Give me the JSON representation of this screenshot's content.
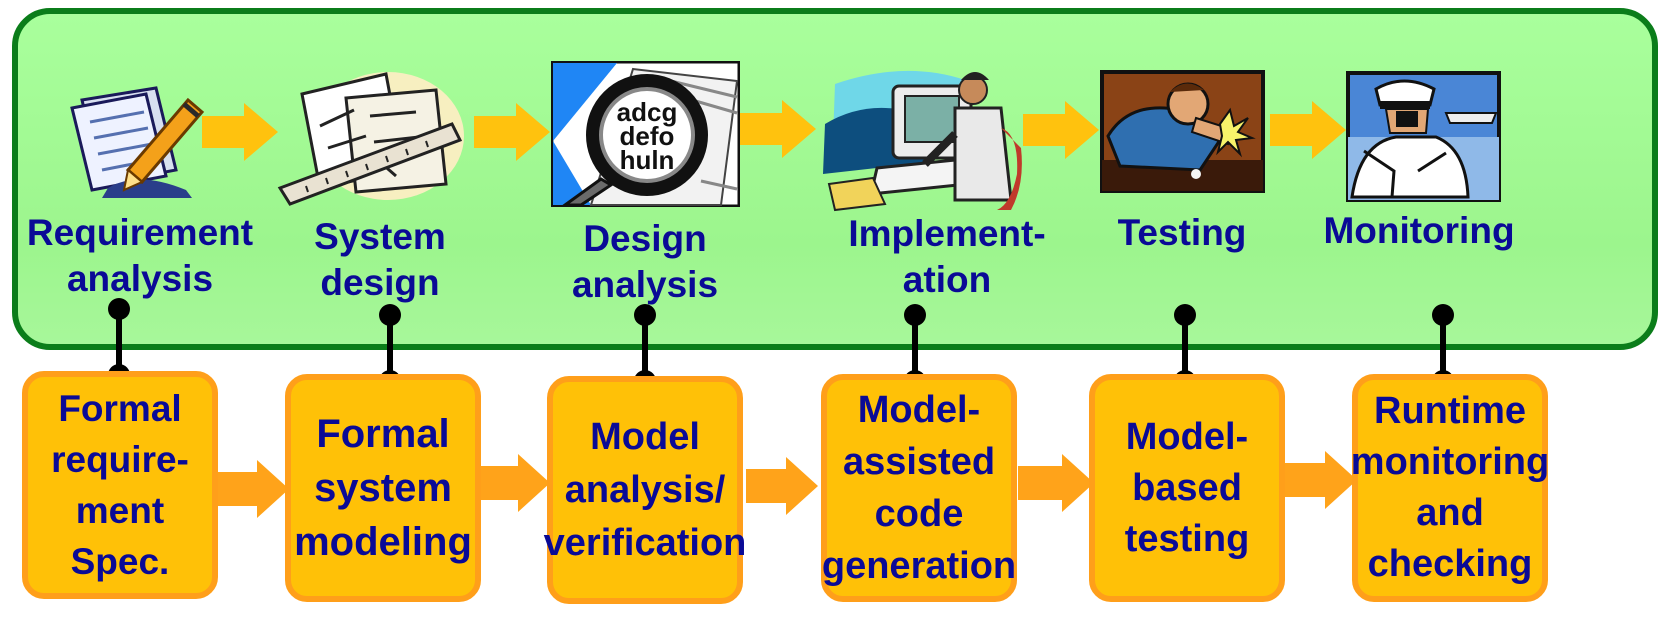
{
  "phases": [
    {
      "label": "Requirement\nanalysis",
      "icon": "writing-pen-icon"
    },
    {
      "label": "System\ndesign",
      "icon": "blueprint-ruler-icon"
    },
    {
      "label": "Design\nanalysis",
      "icon": "magnifier-text-icon"
    },
    {
      "label": "Implement-\nation",
      "icon": "programmer-computer-icon"
    },
    {
      "label": "Testing",
      "icon": "repair-tester-icon"
    },
    {
      "label": "Monitoring",
      "icon": "captain-binoculars-icon"
    }
  ],
  "steps": [
    {
      "label": "Formal\nrequire-\nment\nSpec."
    },
    {
      "label": "Formal\nsystem\nmodeling"
    },
    {
      "label": "Model\nanalysis/\nverification"
    },
    {
      "label": "Model-\nassisted\ncode\ngeneration"
    },
    {
      "label": "Model-\nbased\ntesting"
    },
    {
      "label": "Runtime\nmonitoring\nand\nchecking"
    }
  ],
  "colors": {
    "panel_fill": "#a9ff9c",
    "panel_border": "#0b7d1a",
    "label_text": "#0a0a96",
    "box_fill": "#ffc107",
    "box_border": "#ff9f1a",
    "phase_arrow": "#ffc20e",
    "step_arrow": "#ffa31a",
    "connector": "#000000"
  }
}
